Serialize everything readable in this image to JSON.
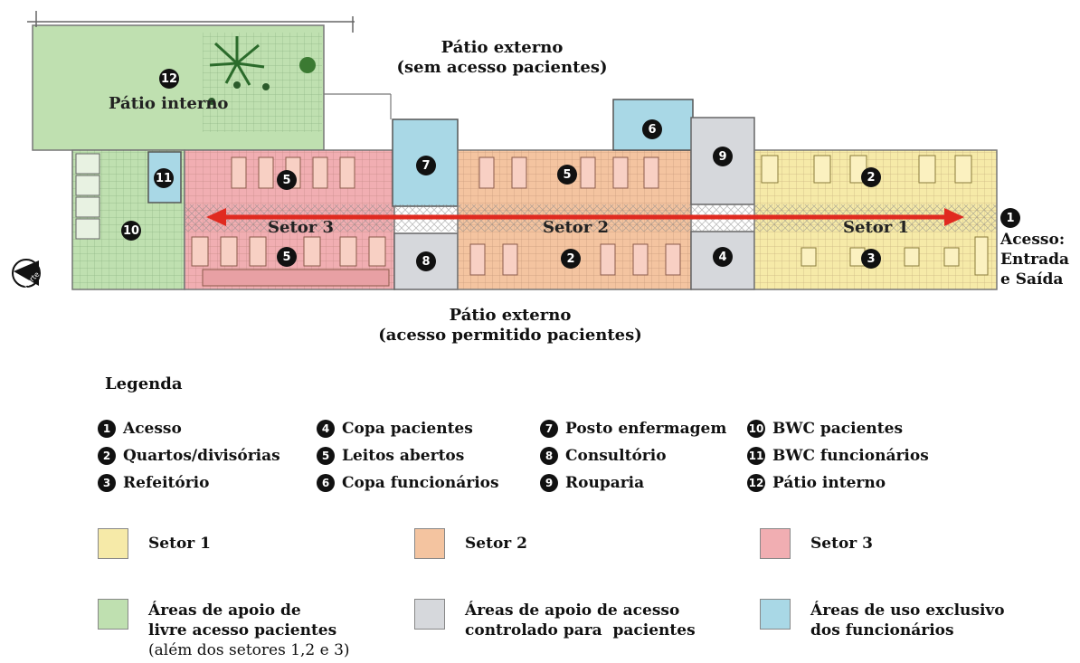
{
  "patio_externo_top": {
    "line1": "Pátio externo",
    "line2": "(sem acesso pacientes)"
  },
  "patio_externo_bottom": {
    "line1": "Pátio externo",
    "line2": "(acesso permitido pacientes)"
  },
  "patio_interno": "Pátio interno",
  "sectors": {
    "s1": "Setor 1",
    "s2": "Setor 2",
    "s3": "Setor 3"
  },
  "access": {
    "line1": "Acesso:",
    "line2": "Entrada",
    "line3": "e Saída"
  },
  "north_label": "norte",
  "plan_numbers": [
    "1",
    "2",
    "3",
    "4",
    "5",
    "6",
    "7",
    "8",
    "9",
    "10",
    "11",
    "12"
  ],
  "legend": {
    "title": "Legenda",
    "items": [
      {
        "num": "1",
        "label": "Acesso"
      },
      {
        "num": "2",
        "label": "Quartos/divisórias"
      },
      {
        "num": "3",
        "label": "Refeitório"
      },
      {
        "num": "4",
        "label": "Copa pacientes"
      },
      {
        "num": "5",
        "label": "Leitos abertos"
      },
      {
        "num": "6",
        "label": "Copa funcionários"
      },
      {
        "num": "7",
        "label": "Posto enfermagem"
      },
      {
        "num": "8",
        "label": "Consultório"
      },
      {
        "num": "9",
        "label": "Rouparia"
      },
      {
        "num": "10",
        "label": "BWC pacientes"
      },
      {
        "num": "11",
        "label": "BWC funcionários"
      },
      {
        "num": "12",
        "label": "Pátio interno"
      }
    ],
    "swatches": [
      {
        "label": "Setor 1",
        "color": "#f6eaa8"
      },
      {
        "label": "Setor 2",
        "color": "#f4c4a0"
      },
      {
        "label": "Setor 3",
        "color": "#f1aeb2"
      },
      {
        "label": "Áreas de apoio de",
        "label2": "livre acesso pacientes",
        "note": "(além dos setores 1,2 e 3)",
        "color": "#bfe0b0"
      },
      {
        "label": "Áreas de apoio de acesso",
        "label2": "controlado para  pacientes",
        "color": "#d6d8dc"
      },
      {
        "label": "Áreas de uso exclusivo",
        "label2": "dos funcionários",
        "color": "#a9d8e6"
      }
    ]
  },
  "colors": {
    "setor1": "#f6eaa8",
    "setor2": "#f4c4a0",
    "setor3": "#f1aeb2",
    "green": "#bfe0b0",
    "gray": "#d6d8dc",
    "blue": "#a9d8e6",
    "arrow": "#e02a20"
  }
}
